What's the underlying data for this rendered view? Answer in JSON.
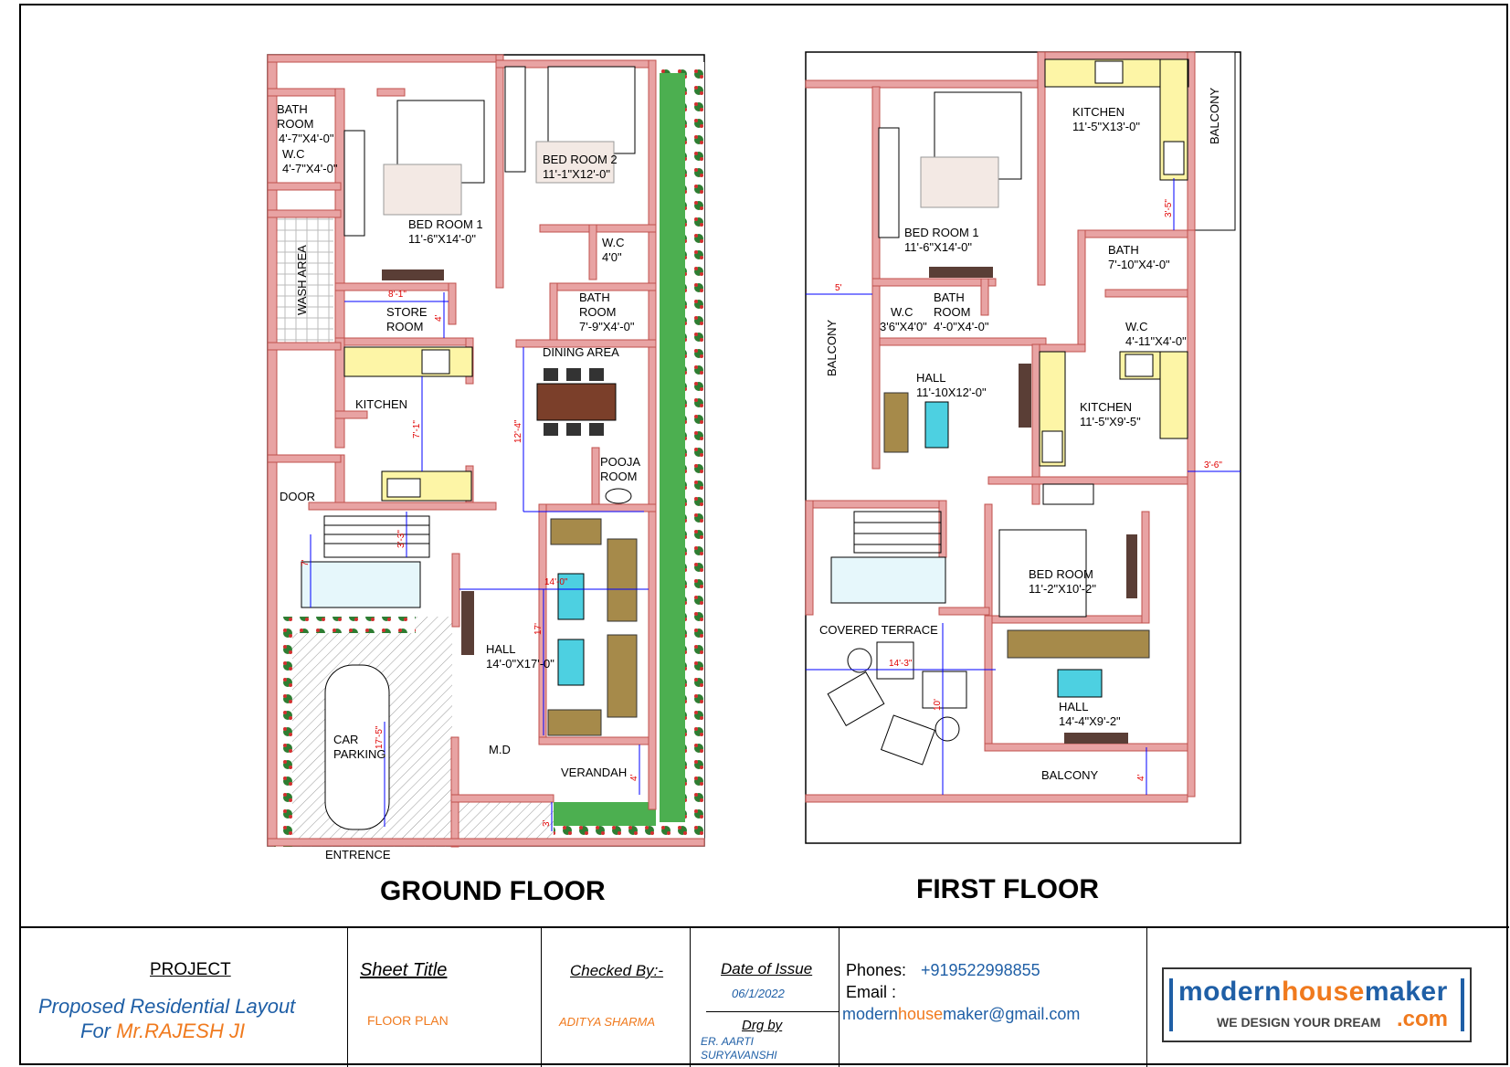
{
  "ground_floor": {
    "title": "GROUND FLOOR",
    "rooms": {
      "bath": {
        "name": "BATH",
        "name2": "ROOM",
        "size": "4'-7\"X4'-0\""
      },
      "wc": {
        "name": "W.C",
        "size": "4'-7\"X4'-0\""
      },
      "bed1": {
        "name": "BED ROOM 1",
        "size": "11'-6\"X14'-0\""
      },
      "bed2": {
        "name": "BED ROOM 2",
        "size": "11'-1\"X12'-0\""
      },
      "wash": {
        "name": "WASH AREA"
      },
      "store": {
        "name": "STORE",
        "name2": "ROOM"
      },
      "wc2": {
        "name": "W.C",
        "size": "4'0\""
      },
      "bath2": {
        "name": "BATH",
        "name2": "ROOM",
        "size": "7'-9\"X4'-0\""
      },
      "kitchen": {
        "name": "KITCHEN"
      },
      "dining": {
        "name": "DINING AREA"
      },
      "pooja": {
        "name": "POOJA",
        "name2": "ROOM"
      },
      "door": {
        "name": "DOOR"
      },
      "hall": {
        "name": "HALL",
        "size": "14'-0\"X17'-0\""
      },
      "md": {
        "name": "M.D"
      },
      "car": {
        "name": "CAR",
        "name2": "PARKING"
      },
      "verandah": {
        "name": "VERANDAH"
      },
      "entrence": {
        "name": "ENTRENCE"
      }
    },
    "dims": [
      "8'-1\"",
      "4'",
      "7'-1\"",
      "12'-4\"",
      "3'-3\"",
      "7'",
      "14'-0\"",
      "17'",
      "17'-5\"",
      "4'",
      "3'"
    ]
  },
  "first_floor": {
    "title": "FIRST FLOOR",
    "rooms": {
      "kitchen1": {
        "name": "KITCHEN",
        "size": "11'-5\"X13'-0\""
      },
      "balcony_r": {
        "name": "BALCONY"
      },
      "bed1": {
        "name": "BED ROOM 1",
        "size": "11'-6\"X14'-0\""
      },
      "bath": {
        "name": "BATH",
        "size": "7'-10\"X4'-0\""
      },
      "balcony_l": {
        "name": "BALCONY"
      },
      "wc": {
        "name": "W.C",
        "size": "3'6\"X4'0\""
      },
      "bath2": {
        "name": "BATH",
        "name2": "ROOM",
        "size": "4'-0\"X4'-0\""
      },
      "wc2": {
        "name": "W.C",
        "size": "4'-11\"X4'-0\""
      },
      "hall": {
        "name": "HALL",
        "size": "11'-10X12'-0\""
      },
      "kitchen2": {
        "name": "KITCHEN",
        "size": "11'-5\"X9'-5\""
      },
      "bed": {
        "name": "BED ROOM",
        "size": "11'-2\"X10'-2\""
      },
      "terrace": {
        "name": "COVERED TERRACE"
      },
      "hall2": {
        "name": "HALL",
        "size": "14'-4\"X9'-2\""
      },
      "balcony_b": {
        "name": "BALCONY"
      }
    },
    "dims": [
      "5'",
      "3'-5\"",
      "3'-6\"",
      "14'-3\"",
      "10'",
      "4'"
    ]
  },
  "title_block": {
    "project_label": "PROJECT",
    "project_line1": "Proposed Residential Layout",
    "project_for": "For ",
    "client": "Mr.RAJESH JI",
    "sheet_title_label": "Sheet Title",
    "sheet_title": "FLOOR PLAN",
    "checked_label": "Checked By:-",
    "checked_by": "ADITYA SHARMA",
    "date_label": "Date of Issue",
    "date": "06/1/2022",
    "drg_label": "Drg by",
    "drg_by": "ER. AARTI SURYAVANSHI",
    "phones_label": "Phones:",
    "phone": "+919522998855",
    "email_label": "Email :",
    "email_a": "modern",
    "email_b": "house",
    "email_c": "maker",
    "email_d": "@gmail.com",
    "logo_a": "modern",
    "logo_b": "house",
    "logo_c": "maker",
    "logo_tagline": "WE DESIGN YOUR DREAM",
    "logo_com": ".com"
  },
  "colors": {
    "wall": "#e8a3a3",
    "wall_stroke": "#c0504d",
    "garden": "#4caf50",
    "kitchen_counter": "#fdf5a6",
    "dim_line": "#0000ff",
    "dim_text": "#e00000",
    "link_blue": "#1f5fa6",
    "orange": "#f07a1e"
  }
}
